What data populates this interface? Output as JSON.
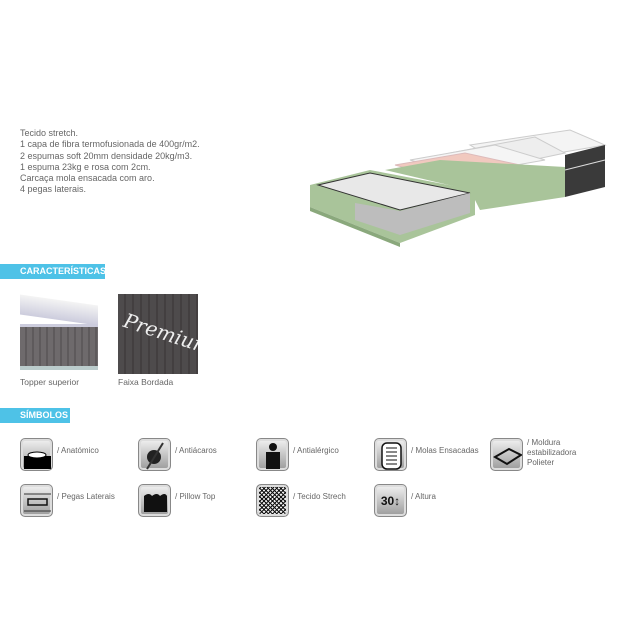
{
  "description": [
    "Tecido stretch.",
    "1 capa de fibra termofusionada de 400gr/m2.",
    "2 espumas soft 20mm densidade 20kg/m3.",
    "1 espuma 23kg e rosa com 2cm.",
    "Carcaça mola ensacada com aro.",
    "4 pegas laterais."
  ],
  "sections": {
    "features": "CARACTERÍSTICAS",
    "symbols": "SÍMBOLOS"
  },
  "features": [
    {
      "caption": "Topper superior"
    },
    {
      "caption": "Faixa Bordada",
      "image_text": "Premium"
    }
  ],
  "symbols": [
    {
      "icon": "anatomic-icon",
      "label": "/ Anatómico"
    },
    {
      "icon": "anti-mite-icon",
      "label": "/ Antiácaros"
    },
    {
      "icon": "anti-allergic-icon",
      "label": "/ Antialérgico"
    },
    {
      "icon": "pocket-springs-icon",
      "label": "/ Molas Ensacadas"
    },
    {
      "icon": "frame-icon",
      "label": "/ Moldura estabilizadora Polieter"
    },
    {
      "icon": "side-handles-icon",
      "label": "/ Pegas Laterais"
    },
    {
      "icon": "pillow-top-icon",
      "label": "/ Pillow Top"
    },
    {
      "icon": "stretch-fabric-icon",
      "label": "/ Tecido Strech"
    },
    {
      "icon": "height-icon",
      "label": "/ Altura",
      "icon_text": "30"
    }
  ],
  "colors": {
    "accent": "#4ec2e7",
    "foam_green": "#a9c49a"
  }
}
